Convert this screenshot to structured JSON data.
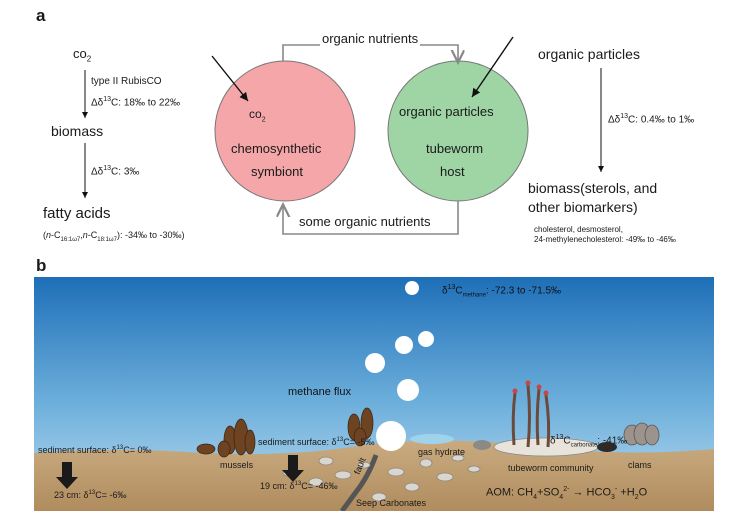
{
  "panel_a": {
    "label": "a",
    "left": {
      "co2": "co2",
      "rubisco": "type II RubisCO",
      "d13c_1": "Δδ13C: 18‰ to 22‰",
      "biomass": "biomass",
      "d13c_2": "Δδ13C: 3‰",
      "fatty_acids": "fatty acids",
      "fatty_note": "(n-C16:1ω7,n-C18:1ω7): -34‰ to -30‰)"
    },
    "top_arrow": "organic nutrients",
    "bottom_arrow": "some organic nutrients",
    "symbiont": {
      "co2": "co2",
      "line1": "chemosynthetic",
      "line2": "symbiont",
      "color": "#f4a6a8"
    },
    "host": {
      "particles": "organic particles",
      "line1": "tubeworm",
      "line2": "host",
      "color": "#9fd4a4"
    },
    "right": {
      "organic_particles": "organic particles",
      "d13c": "Δδ13C: 0.4‰ to 1‰",
      "biomass_line1": "biomass(sterols, and",
      "biomass_line2": "other biomarkers)",
      "sterols_line1": "cholesterol, desmosterol,",
      "sterols_line2": "24-methylenecholesterol: -49‰ to -46‰"
    }
  },
  "panel_b": {
    "label": "b",
    "methane_isotope": "δ13Cmethane: -72.3 to -71.5‰",
    "methane_flux": "methane flux",
    "sediment_surface_left": "sediment surface: δ13C= 0‰",
    "depth_left": "23 cm: δ13C= -6‰",
    "mussels": "mussels",
    "sediment_surface_mid": "sediment surface: δ13C= -5‰",
    "depth_mid": "19 cm: δ13C= -46‰",
    "fault": "fault",
    "gas_hydrate": "gas hydrate",
    "seep_carbonates": "Seep Carbonates",
    "carbonate_isotope": "δ13Ccarbonate: -41‰",
    "tubeworm_community": "tubeworm community",
    "clams": "clams",
    "aom": "AOM: CH4+SO42- → HCO3- +H2O",
    "colors": {
      "water_top": "#1e6fb8",
      "water_bottom": "#bcdcef",
      "sediment": "#c4a377"
    }
  }
}
